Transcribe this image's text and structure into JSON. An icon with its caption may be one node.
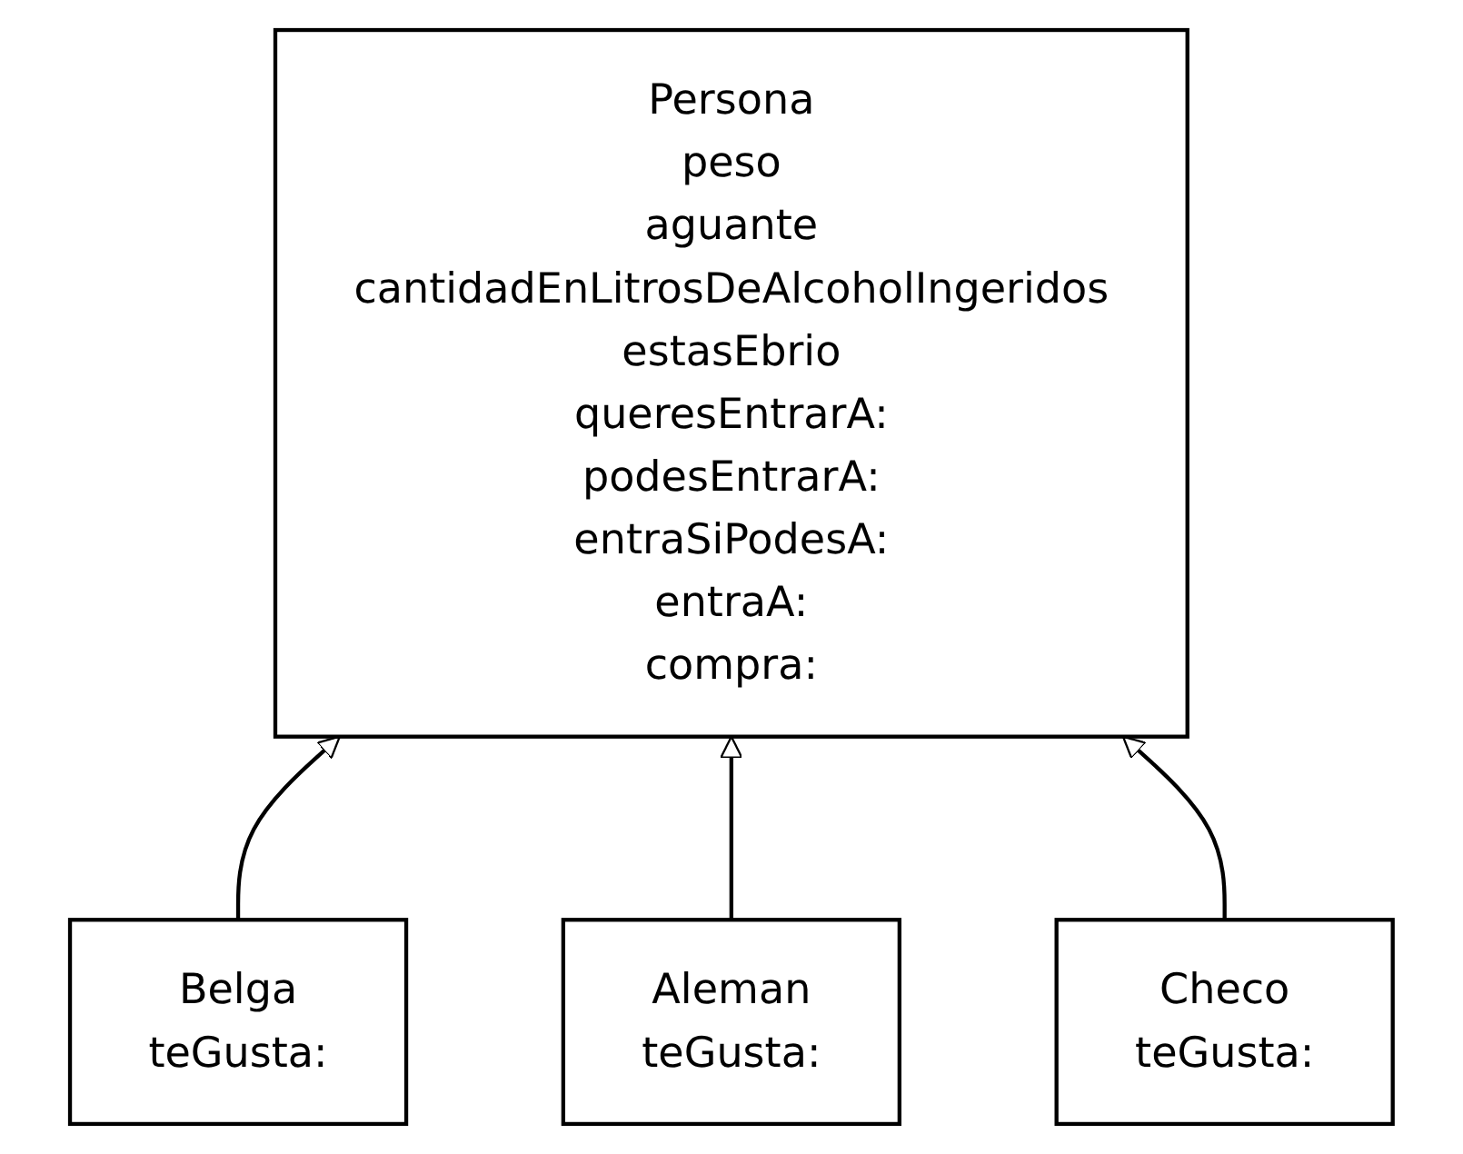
{
  "diagram": {
    "nodes": [
      {
        "text": [
          "Persona",
          "peso",
          "aguante",
          "cantidadEnLitrosDeAlcoholIngeridos",
          "estasEbrio",
          "queresEntrarA:",
          "podesEntrarA:",
          "entraSiPodesA:",
          "entraA:",
          "compra:"
        ]
      },
      {
        "text": [
          "Belga",
          "teGusta:"
        ]
      },
      {
        "text": [
          "Aleman",
          "teGusta:"
        ]
      },
      {
        "text": [
          "Checo",
          "teGusta:"
        ]
      }
    ],
    "edges": [
      {
        "from": 1,
        "to": 0,
        "arrow": "to"
      },
      {
        "from": 2,
        "to": 0,
        "arrow": "to"
      },
      {
        "from": 3,
        "to": 0,
        "arrow": "to"
      }
    ]
  }
}
